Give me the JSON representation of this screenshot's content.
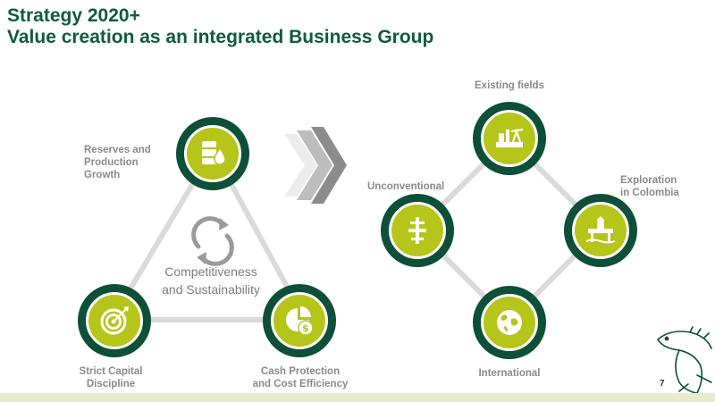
{
  "title": {
    "line1": "Strategy 2020+",
    "line2": "Value creation as an integrated Business Group"
  },
  "left_cycle": {
    "center_line1": "Competitiveness",
    "center_line2": "and Sustainability",
    "nodes": [
      {
        "label_lines": [
          "Reserves and",
          "Production",
          "Growth"
        ],
        "icon": "oil-barrel-drop-icon"
      },
      {
        "label_lines": [
          "Strict Capital",
          "Discipline"
        ],
        "icon": "target-icon"
      },
      {
        "label_lines": [
          "Cash Protection",
          "and Cost Efficiency"
        ],
        "icon": "pie-chart-dollar-icon"
      }
    ]
  },
  "right_cycle": {
    "nodes": [
      {
        "label": "Existing fields",
        "icon": "refinery-icon"
      },
      {
        "label": "Unconventional",
        "icon": "wellhead-icon"
      },
      {
        "label_lines": [
          "Exploration",
          "in Colombia"
        ],
        "icon": "offshore-rig-icon"
      },
      {
        "label": "International",
        "icon": "globe-icon"
      }
    ]
  },
  "page_number": "7",
  "colors": {
    "title": "#0f5c3c",
    "node_outer": "#0d4f38",
    "node_inner": "#b6c51a",
    "connector": "#d9d9d9",
    "label": "#8a8a8a"
  }
}
